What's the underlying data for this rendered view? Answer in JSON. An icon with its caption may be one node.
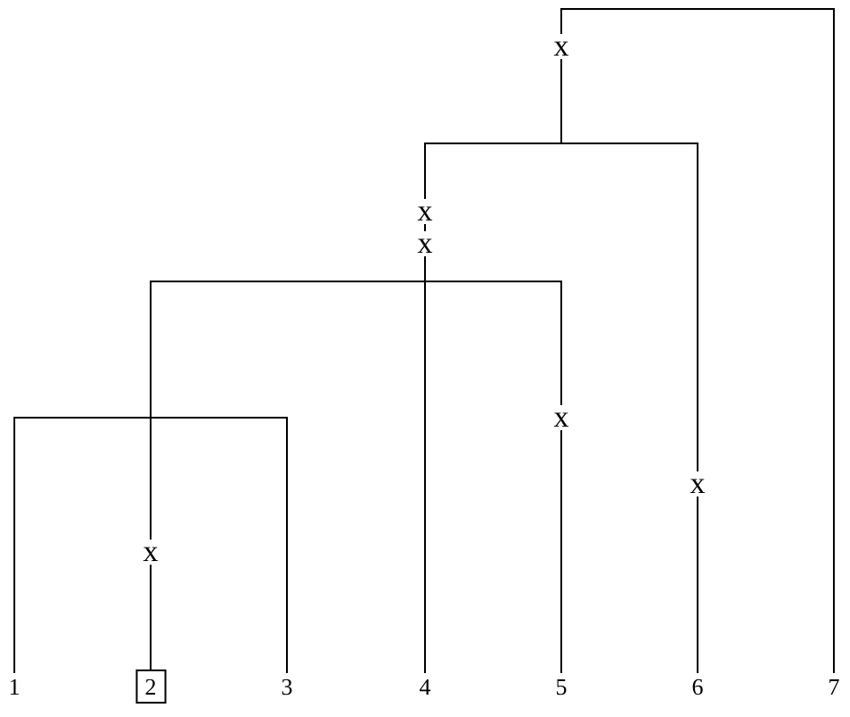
{
  "diagram": {
    "nodes": [
      {
        "text": [
          "1"
        ]
      },
      {
        "text": [
          "2"
        ]
      },
      {
        "text": [
          "3"
        ]
      },
      {
        "text": [
          "4"
        ]
      },
      {
        "text": [
          "5"
        ]
      },
      {
        "text": [
          "6"
        ]
      },
      {
        "text": [
          "7"
        ]
      }
    ],
    "edges": [
      {
        "from": 0,
        "to": 2,
        "arrow": "none"
      },
      {
        "from": 1,
        "to": 4,
        "arrow": "none"
      },
      {
        "from": 3,
        "to": 5,
        "arrow": "none"
      },
      {
        "from": null,
        "to": 6,
        "arrow": "none"
      }
    ],
    "labels": [
      "x",
      "x",
      "x",
      "x",
      "x",
      "x"
    ]
  }
}
